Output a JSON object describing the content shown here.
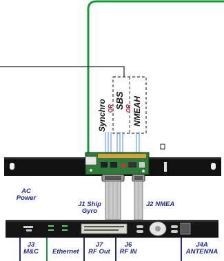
{
  "labels": {
    "synchro": "Synchro",
    "or_1": "OR",
    "sbs": "SBS",
    "or_2": "OR",
    "nmeah": "NMEAH",
    "ac_power": "AC\nPower",
    "j1": "J1 Ship\nGyro",
    "j2": "J2 NMEA",
    "j3": "J3\nM&C",
    "ethernet": "Ethernet",
    "j7": "J7\nRF Out",
    "j6": "J6\nRF IN",
    "j4a": "J4A\nANTENNA"
  },
  "colors": {
    "navy_text": "#1f2a8a",
    "red_text": "#c0182a",
    "green_line": "#1a9a3a",
    "rack": "#111111",
    "pcb": "#2f7a3a",
    "cable": "#8fb3ff"
  },
  "icons": {
    "rack_unit": "rack-panel",
    "interface_board": "pcb-board",
    "db_connector": "db-connector",
    "ribbon_cable": "ribbon-cable",
    "front_panel": "front-panel",
    "lcd": "lcd-display",
    "keypad": "nav-keypad",
    "checkbox": "empty-square"
  }
}
